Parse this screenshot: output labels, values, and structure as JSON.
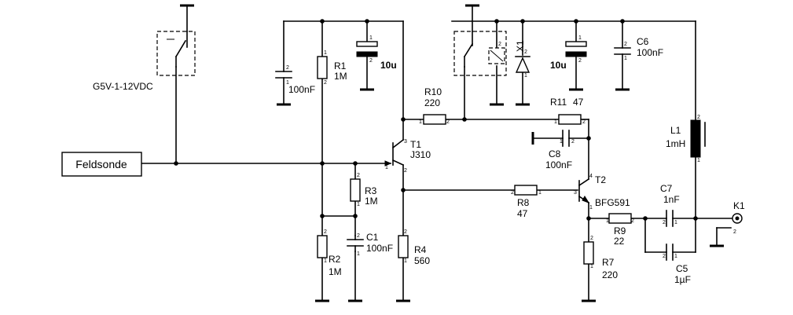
{
  "components": {
    "relay": {
      "name": "G5V-1-12VDC"
    },
    "feldsonde": {
      "name": "Feldsonde"
    },
    "r1": {
      "name": "R1",
      "value": "1M"
    },
    "r2": {
      "name": "R2",
      "value": "1M"
    },
    "r3": {
      "name": "R3",
      "value": "1M"
    },
    "r4": {
      "name": "R4",
      "value": "560"
    },
    "r7": {
      "name": "R7",
      "value": "220"
    },
    "r8": {
      "name": "R8",
      "value": "47"
    },
    "r9": {
      "name": "R9",
      "value": "22"
    },
    "r10": {
      "name": "R10",
      "value": "220"
    },
    "r11": {
      "name": "R11",
      "value": "47"
    },
    "c_left": {
      "value": "100nF"
    },
    "c1": {
      "name": "C1",
      "value": "100nF"
    },
    "c5": {
      "name": "C5",
      "value": "1µF"
    },
    "c6": {
      "name": "C6",
      "value": "100nF"
    },
    "c7": {
      "name": "C7",
      "value": "1nF"
    },
    "c8": {
      "name": "C8",
      "value": "100nF"
    },
    "elko1": {
      "value": "10u"
    },
    "elko2": {
      "value": "10u"
    },
    "t1": {
      "name": "T1",
      "type": "J310"
    },
    "t2": {
      "name": "T2",
      "type": "BFG591"
    },
    "l1": {
      "name": "L1",
      "value": "1mH"
    },
    "x1": {
      "name": "X1"
    },
    "k1": {
      "name": "K1"
    }
  },
  "pins": {
    "p1": "1",
    "p2": "2",
    "p3": "3",
    "p4": "4"
  }
}
